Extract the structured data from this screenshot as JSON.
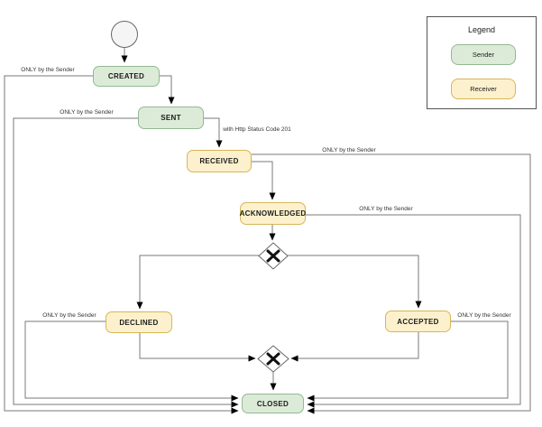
{
  "diagram": {
    "states": {
      "created": "CREATED",
      "sent": "SENT",
      "received": "RECEIVED",
      "acknowledged": "ACKNOWLEDGED",
      "declined": "DECLINED",
      "accepted": "ACCEPTED",
      "closed": "CLOSED"
    },
    "edge_labels": {
      "created_left": "ONLY by the Sender",
      "sent_left": "ONLY by the Sender",
      "received_right": "ONLY by the Sender",
      "acknowledged_right": "ONLY by the Sender",
      "declined_left": "ONLY by the Sender",
      "accepted_right": "ONLY by the Sender",
      "sent_to_received": "with Http Status Code 201"
    },
    "gateways": [
      "exclusive-gateway-upper",
      "exclusive-gateway-lower"
    ],
    "start_node": "initial-state"
  },
  "legend": {
    "title": "Legend",
    "items": [
      {
        "label": "Sender",
        "fill": "#dcebd8",
        "border": "#93b993"
      },
      {
        "label": "Receiver",
        "fill": "#fdf1cd",
        "border": "#d6b656"
      }
    ]
  },
  "colors": {
    "line": "#7a7a7a",
    "arrowhead": "#000000",
    "text": "#1b1b1b",
    "start_fill": "#f5f5f5"
  }
}
